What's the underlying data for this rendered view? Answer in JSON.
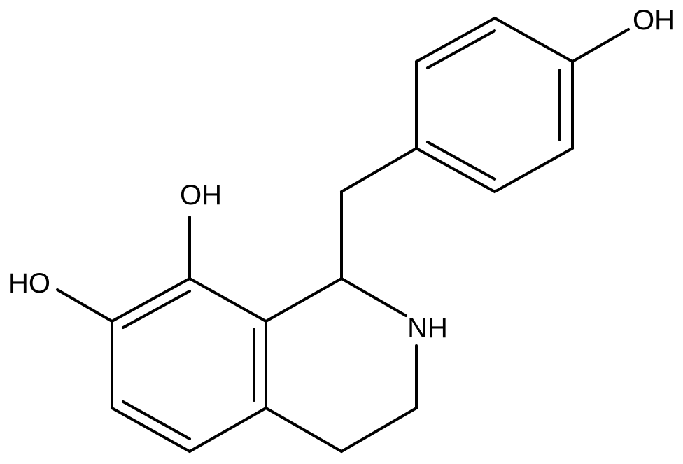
{
  "labels": {
    "oh_top": "OH",
    "oh_8": "OH",
    "ho_7": "HO",
    "nh": "NH"
  },
  "colors": {
    "bond": "#000000",
    "text": "#000000",
    "background": "#ffffff"
  }
}
